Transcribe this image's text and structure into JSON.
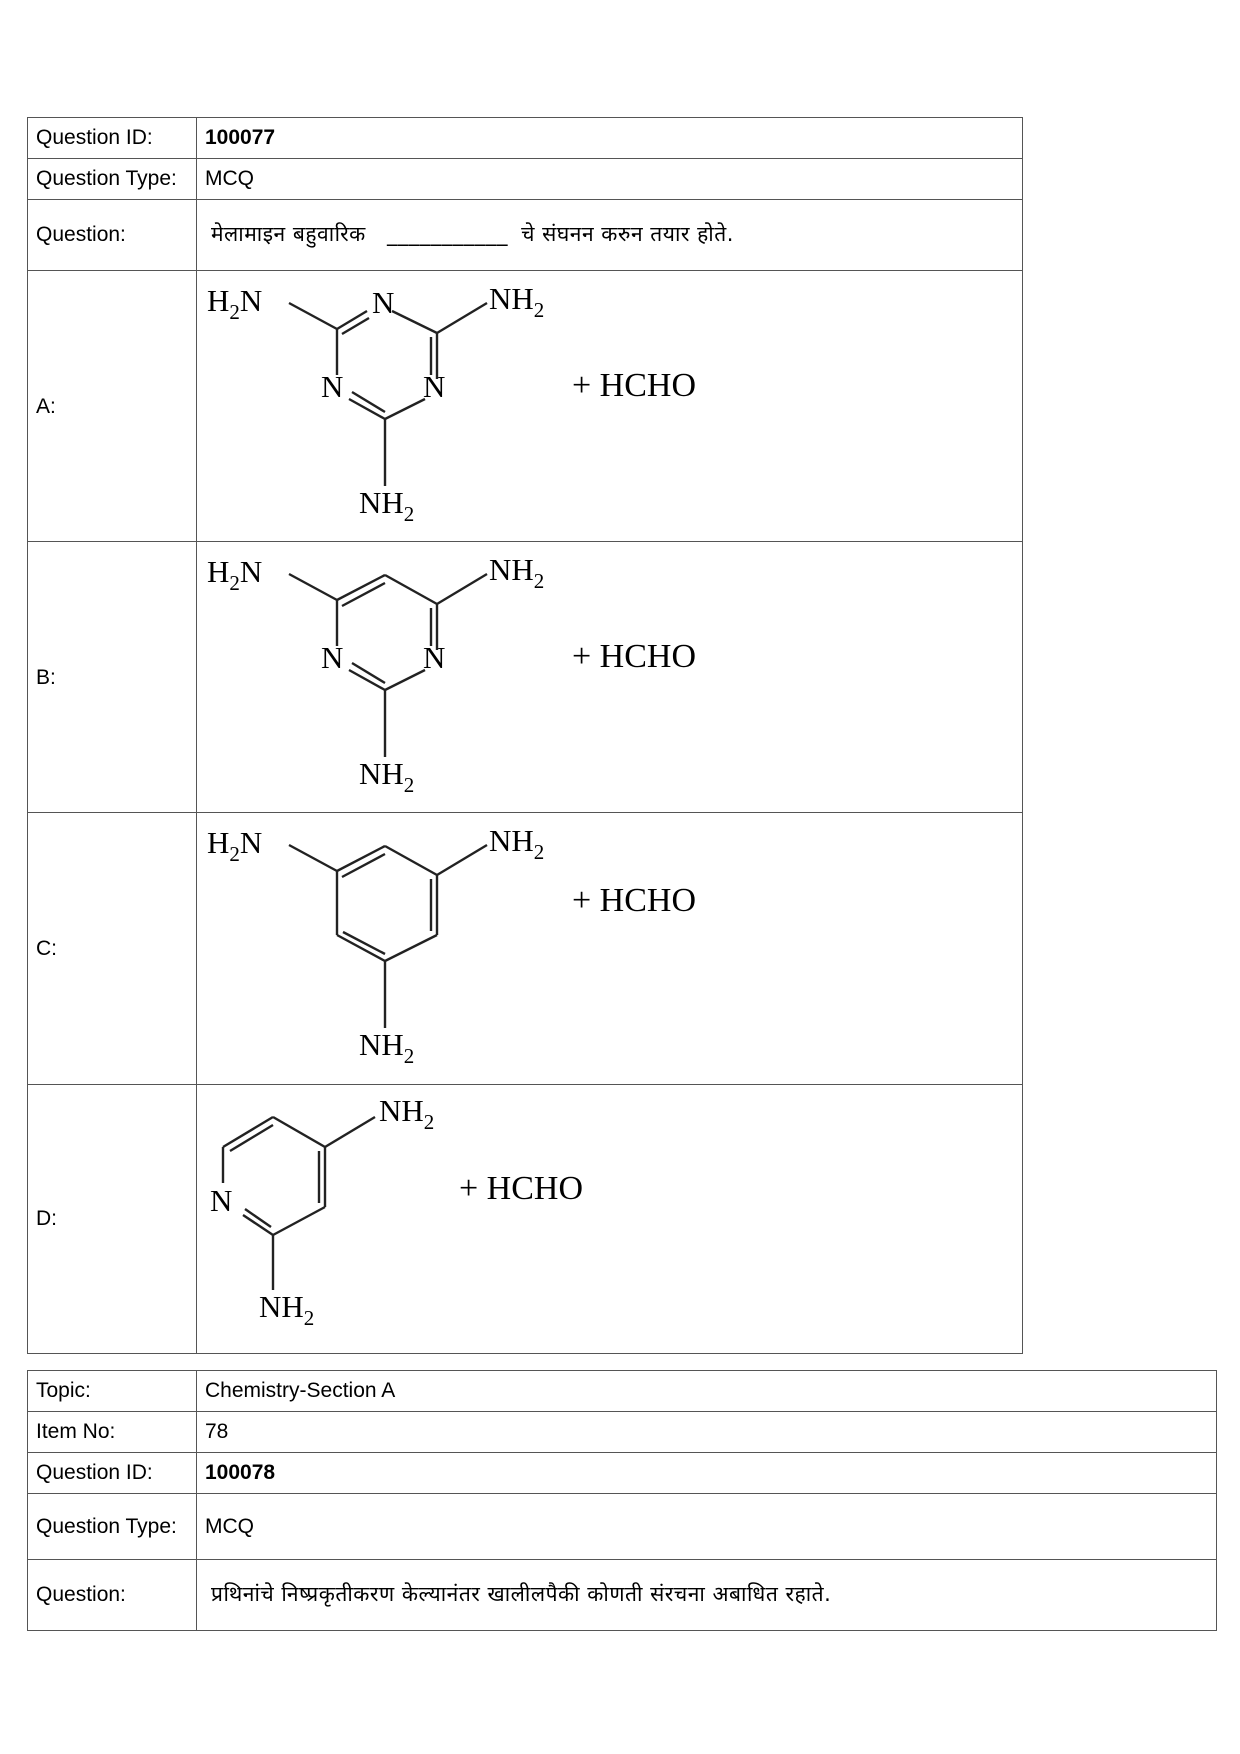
{
  "question1": {
    "id_label": "Question ID:",
    "id": "100077",
    "type_label": "Question Type:",
    "type": "MCQ",
    "question_label": "Question:",
    "question_part1": "मेलामाइन बहुवारिक",
    "question_blank": "___________",
    "question_part2": "चे संघनन करुन तयार होते.",
    "options": [
      {
        "label": "A:",
        "reagent": "+ HCHO",
        "structure": "triazine-triamine"
      },
      {
        "label": "B:",
        "reagent": "+ HCHO",
        "structure": "pyrimidine-triamine"
      },
      {
        "label": "C:",
        "reagent": "+ HCHO",
        "structure": "benzene-triamine"
      },
      {
        "label": "D:",
        "reagent": "+ HCHO",
        "structure": "pyridine-diamine"
      }
    ],
    "atoms": {
      "n": "N",
      "h2n": "H",
      "nh2": "NH",
      "sub2": "2"
    }
  },
  "question2": {
    "topic_label": "Topic:",
    "topic": "Chemistry-Section A",
    "item_label": "Item No:",
    "item": "78",
    "id_label": "Question ID:",
    "id": "100078",
    "type_label": "Question Type:",
    "type": "MCQ",
    "question_label": "Question:",
    "question": "प्रथिनांचे निष्प्रकृतीकरण केल्यानंतर खालीलपैकी कोणती संरचना अबाधित रहाते."
  }
}
